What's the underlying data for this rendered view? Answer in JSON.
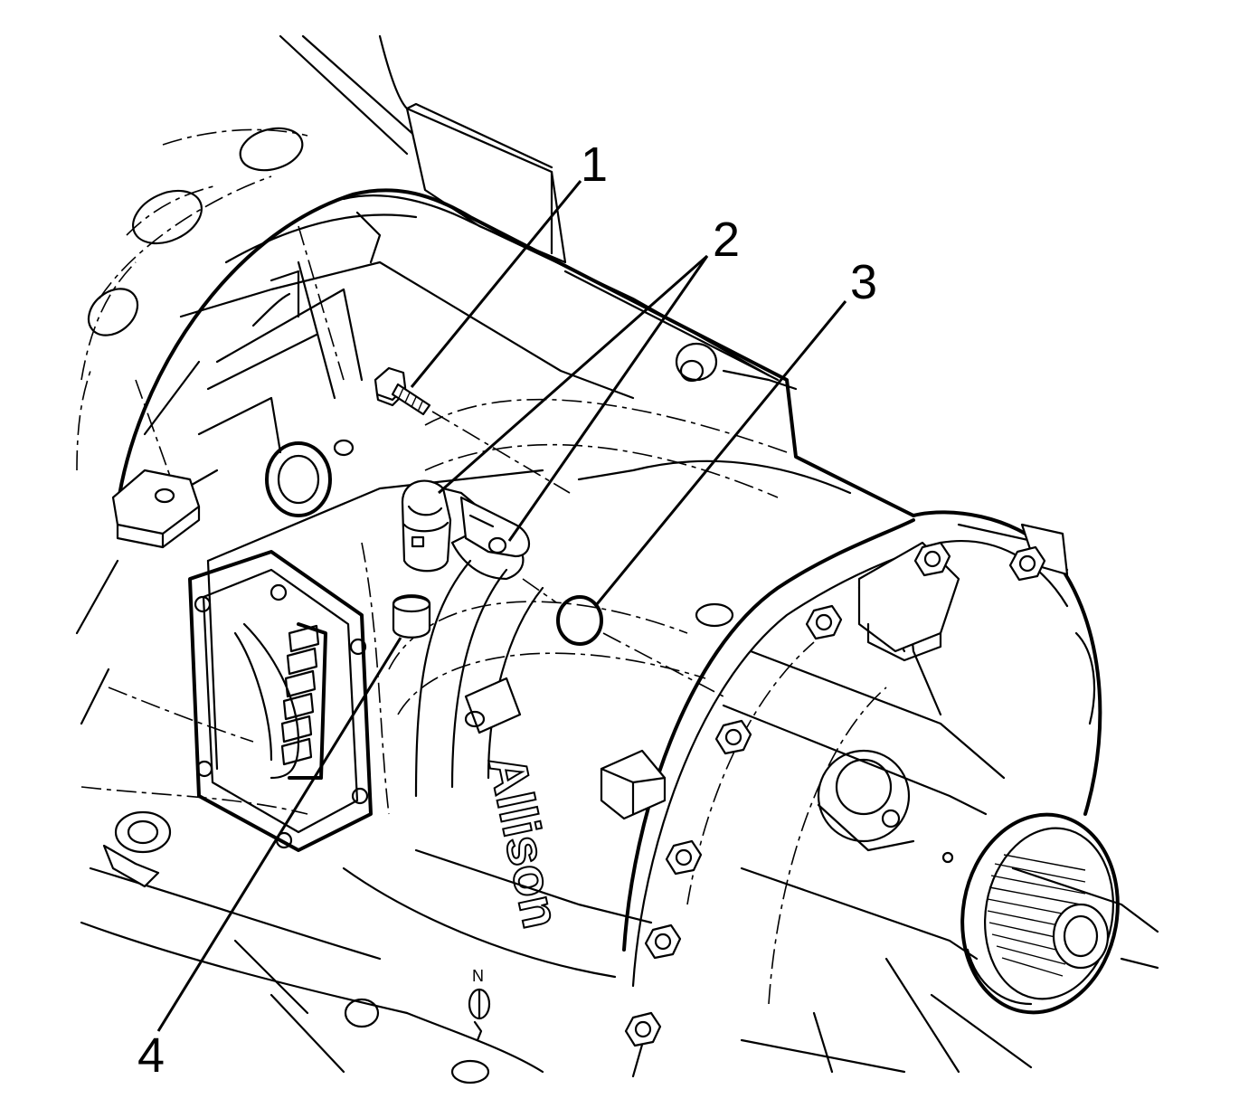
{
  "figure": {
    "callouts": [
      {
        "label": "1"
      },
      {
        "label": "2"
      },
      {
        "label": "3"
      },
      {
        "label": "4"
      }
    ],
    "housing_emboss": "Allison",
    "shift_marking": "N"
  }
}
